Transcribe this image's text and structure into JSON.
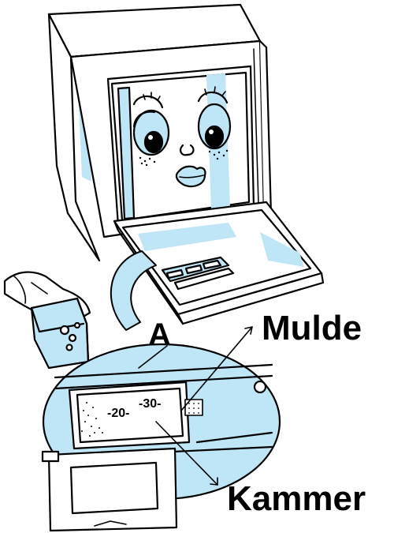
{
  "labels": {
    "a": "A",
    "mulde": "Mulde",
    "kammer": "Kammer",
    "mark_20": "-20-",
    "mark_30": "-30-"
  },
  "colors": {
    "line": "#000000",
    "tint": "#bfe6f7",
    "background": "#ffffff"
  },
  "icons": {
    "appliance": "dishwasher-icon",
    "face": "smiling-face-icon",
    "detergent": "detergent-box-icon"
  }
}
